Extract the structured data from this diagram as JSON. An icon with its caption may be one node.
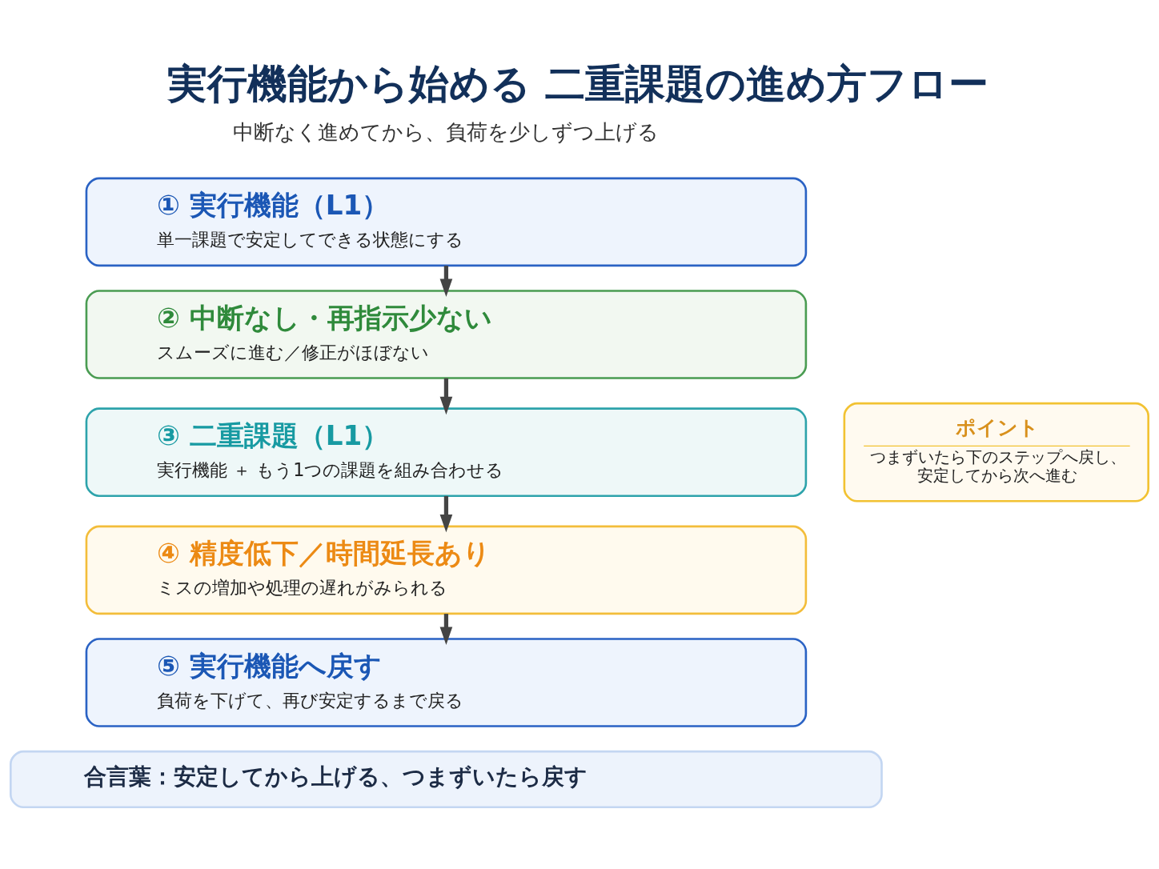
{
  "diagram": {
    "title": "実行機能から始める 二重課題の進め方フロー",
    "nodes": [
      {
        "text": [
          "① 実行機能（L1）",
          "単一課題で安定してできる状態にする"
        ]
      },
      {
        "text": [
          "② 中断なし・再指示少ない",
          "スムーズに進む／修正がほぼない"
        ]
      },
      {
        "text": [
          "③ 二重課題（L1）",
          "実行機能 ＋ もう1つの課題を組み合わせる"
        ]
      },
      {
        "text": [
          "④ 精度低下／時間延長あり",
          "ミスの増加や処理の遅れがみられる"
        ]
      },
      {
        "text": [
          "⑤ 実行機能へ戻す",
          "負荷を下げて、再び安定するまで戻る"
        ]
      },
      {
        "text": [
          "ポイント",
          "つまずいたら下のステップへ戻し、安定してから次へ進む"
        ]
      },
      {
        "text": [
          "合言葉：安定してから上げる、つまずいたら戻す"
        ]
      }
    ],
    "edges": [
      {
        "from": 0,
        "to": 1,
        "arrow": "to"
      },
      {
        "from": 1,
        "to": 2,
        "arrow": "to"
      },
      {
        "from": 2,
        "to": 3,
        "arrow": "to"
      },
      {
        "from": 3,
        "to": 4,
        "arrow": "to"
      }
    ],
    "labels": [
      "中断なく進めてから、負荷を少しずつ上げる"
    ]
  }
}
